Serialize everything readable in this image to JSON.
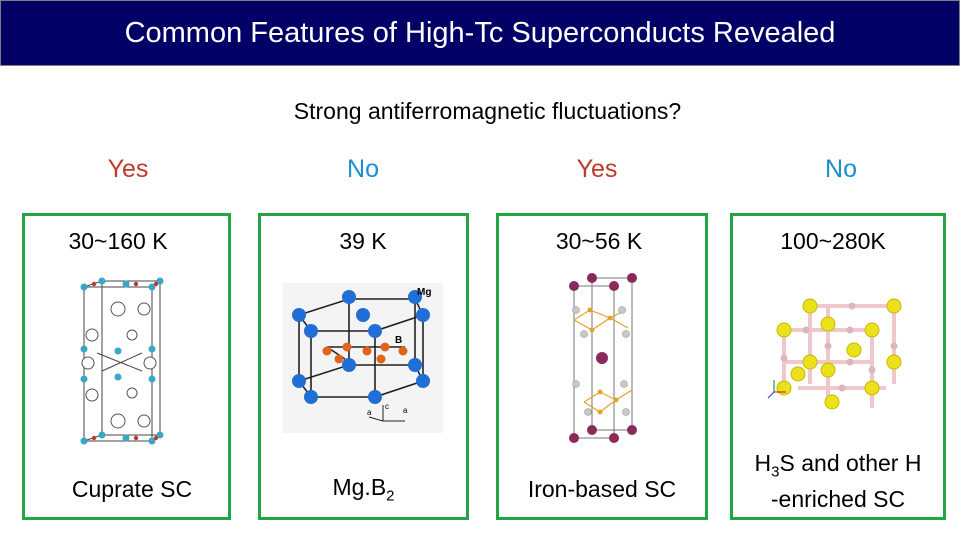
{
  "title": "Common Features of High-Tc Superconducts Revealed",
  "question": "Strong antiferromagnetic fluctuations?",
  "colors": {
    "title_bg": "#000066",
    "yes": "#c0392b",
    "no": "#1a8fd0",
    "frame": "#22a645"
  },
  "columns": [
    {
      "answer": "Yes",
      "answer_kind": "yes",
      "temperature": "30~160 K",
      "label": "Cuprate SC",
      "figure": "cuprate-structure"
    },
    {
      "answer": "No",
      "answer_kind": "no",
      "temperature": "39 K",
      "label_main": "Mg.B",
      "label_sub": "2",
      "figure": "mgb2-structure",
      "figure_labels": {
        "mg": "Mg",
        "b": "B",
        "c": "c",
        "a1": "a",
        "a2": "a"
      }
    },
    {
      "answer": "Yes",
      "answer_kind": "yes",
      "temperature": "30~56 K",
      "label": "Iron-based SC",
      "figure": "iron-based-structure"
    },
    {
      "answer": "No",
      "answer_kind": "no",
      "temperature": "100~280K",
      "label_p1": "H",
      "label_sub": "3",
      "label_p2": "S and other H",
      "label_line2": "-enriched SC",
      "figure": "h3s-structure"
    }
  ]
}
